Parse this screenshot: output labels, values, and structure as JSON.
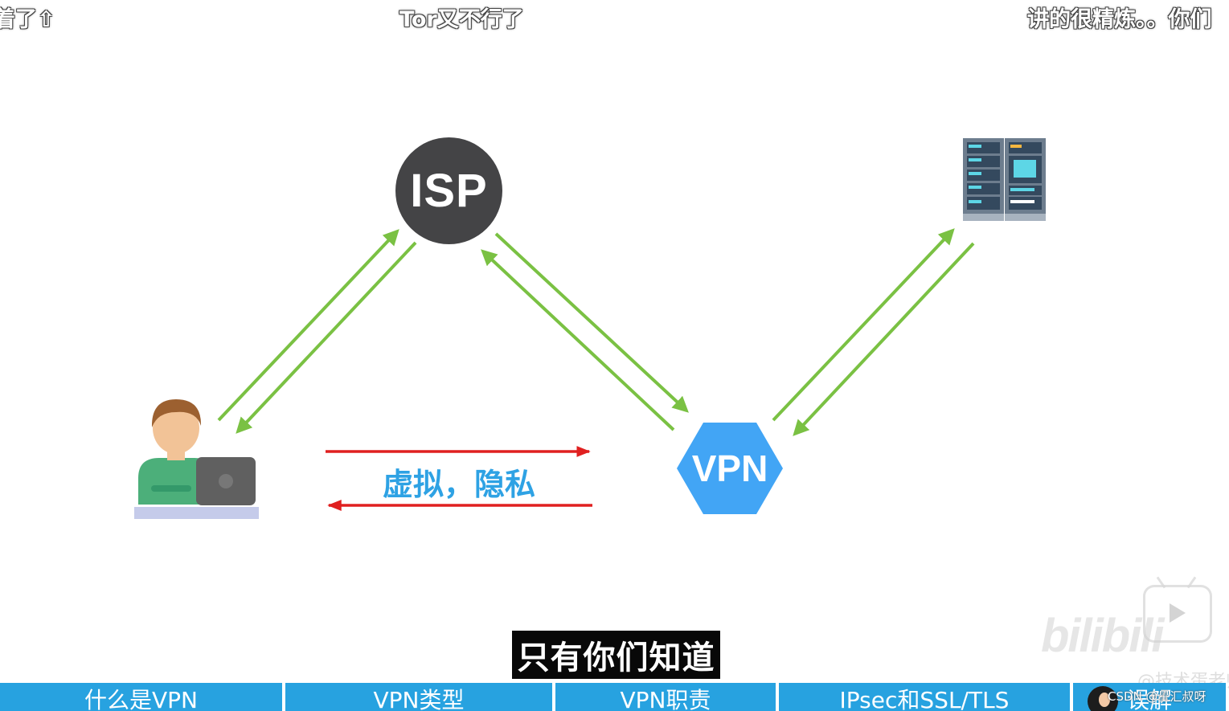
{
  "danmaku": {
    "left": "着了⇧",
    "middle": "Tor又不行了",
    "right": "讲的很精炼。。你们"
  },
  "diagram": {
    "isp_label": "ISP",
    "vpn_label": "VPN",
    "middle_label": "虚拟，隐私",
    "colors": {
      "isp": "#444446",
      "vpn": "#42a5f5",
      "green_arrow": "#7ac143",
      "red_arrow": "#e02020",
      "label": "#2ea2e4"
    }
  },
  "subtitle": "只有你们知道",
  "watermark": {
    "logo": "bilibili",
    "account": "@技术蛋老师"
  },
  "chapters": [
    {
      "label": "什么是VPN"
    },
    {
      "label": "VPN类型"
    },
    {
      "label": "VPN职责"
    },
    {
      "label": "IPsec和SSL/TLS"
    },
    {
      "label": "误解"
    }
  ],
  "csdn_mark": "CSDN @星汇叔呀"
}
